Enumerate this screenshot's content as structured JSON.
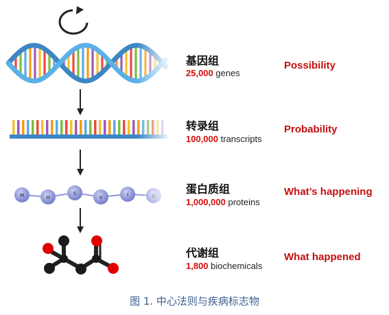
{
  "levels": [
    {
      "title": "基因组",
      "count": "25,000",
      "unit": "genes",
      "meaning": "Possibility"
    },
    {
      "title": "转录组",
      "count": "100,000",
      "unit": "transcripts",
      "meaning": "Probability"
    },
    {
      "title": "蛋白质组",
      "count": "1,000,000",
      "unit": "proteins",
      "meaning": "What’s happening"
    },
    {
      "title": "代谢组",
      "count": "1,800",
      "unit": "biochemicals",
      "meaning": "What happened"
    }
  ],
  "protein_beads": [
    "M",
    "H",
    "S",
    "V",
    "I",
    "G"
  ],
  "caption": "图 1. 中心法则与疾病标志物"
}
